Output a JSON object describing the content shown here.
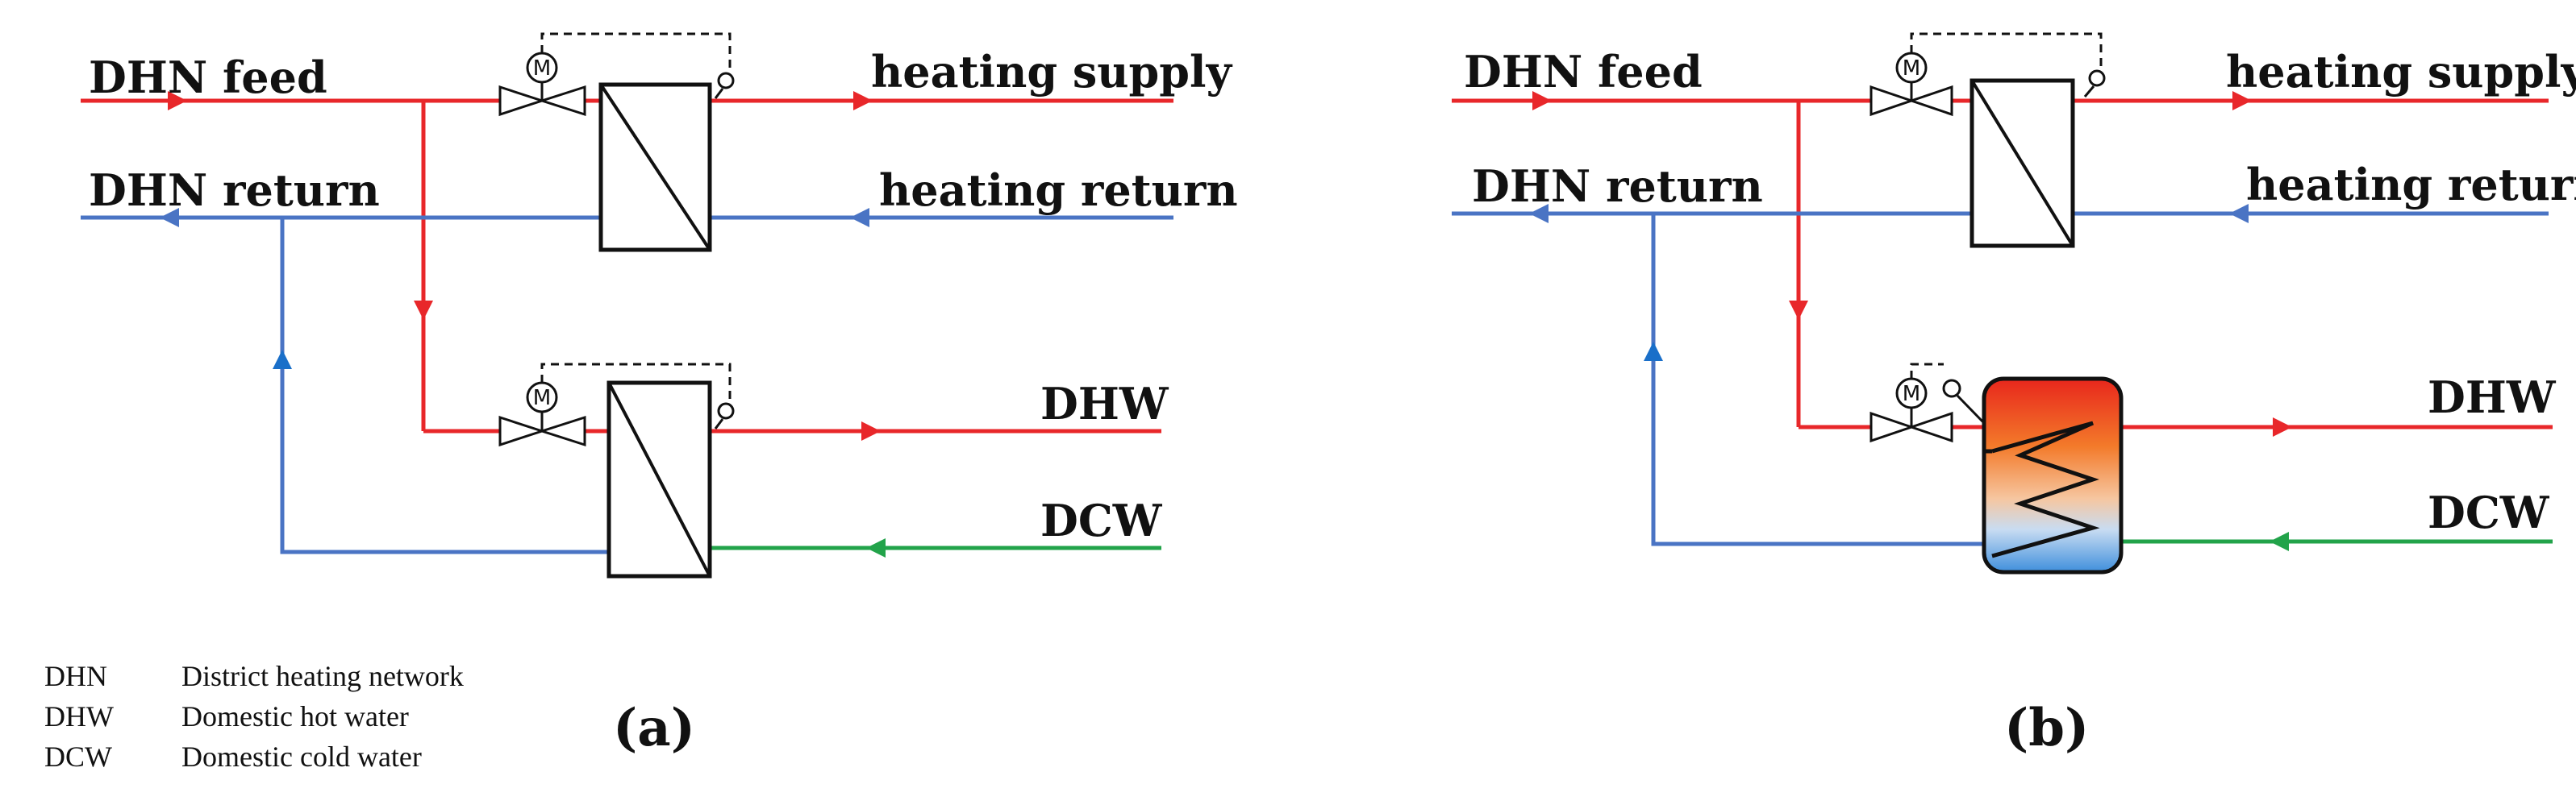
{
  "panel_a": {
    "label": "(a)",
    "dhn_feed": "DHN feed",
    "dhn_return": "DHN return",
    "heating_supply": "heating supply",
    "heating_return": "heating return",
    "dhw": "DHW",
    "dcw": "DCW",
    "motor_upper": "M",
    "motor_lower": "M"
  },
  "panel_b": {
    "label": "(b)",
    "dhn_feed": "DHN feed",
    "dhn_return": "DHN return",
    "heating_supply": "heating supply",
    "heating_return": "heating return",
    "dhw": "DHW",
    "dcw": "DCW",
    "motor_upper": "M",
    "motor_lower": "M"
  },
  "legend": [
    {
      "abbr": "DHN",
      "meaning": "District heating network"
    },
    {
      "abbr": "DHW",
      "meaning": "Domestic hot water"
    },
    {
      "abbr": "DCW",
      "meaning": "Domestic cold water"
    }
  ],
  "colors": {
    "supply_red": "#e8272a",
    "return_blue": "#4a74c4",
    "arrow_blue": "#1a6fc9",
    "cold_green": "#22a34a",
    "outline": "#111111"
  }
}
